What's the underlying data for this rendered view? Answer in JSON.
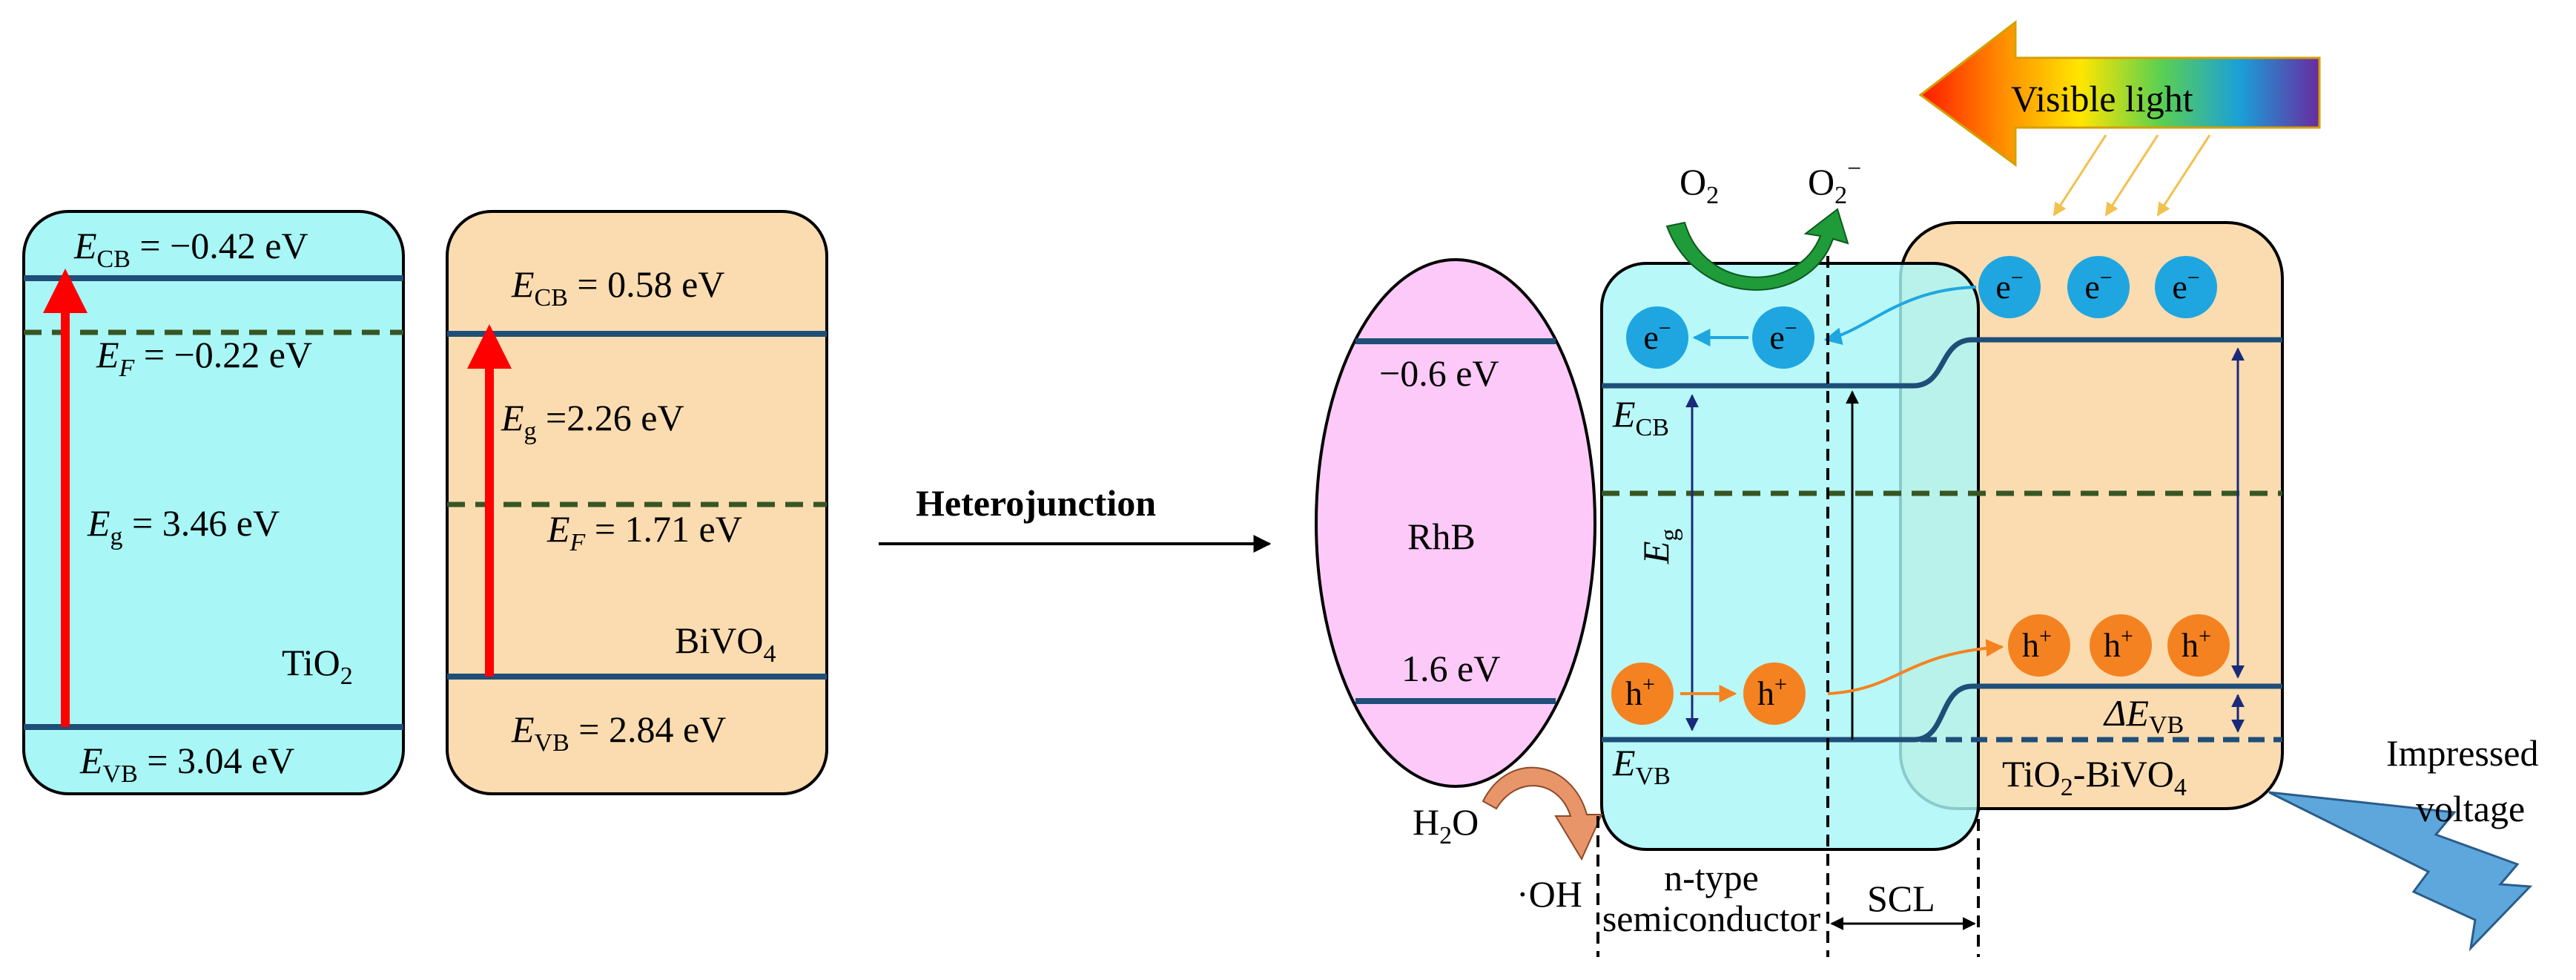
{
  "tio2_panel": {
    "material": {
      "base": "TiO",
      "sub": "2"
    },
    "ecb": {
      "sym": "E",
      "sub": "CB",
      "value": " = −0.42 eV"
    },
    "ef": {
      "sym": "E",
      "sub": "F",
      "value": " = −0.22 eV"
    },
    "eg": {
      "sym": "E",
      "sub": "g",
      "value": " = 3.46 eV"
    },
    "evb": {
      "sym": "E",
      "sub": "VB",
      "value": " = 3.04 eV"
    }
  },
  "bivo4_panel": {
    "material": {
      "base": "BiVO",
      "sub": "4"
    },
    "ecb": {
      "sym": "E",
      "sub": "CB",
      "value": " = 0.58 eV"
    },
    "eg": {
      "sym": "E",
      "sub": "g",
      "value": " =2.26 eV"
    },
    "ef": {
      "sym": "E",
      "sub": "F",
      "value": " = 1.71 eV"
    },
    "evb": {
      "sym": "E",
      "sub": "VB",
      "value": " = 2.84 eV"
    }
  },
  "process_label": "Heterojunction",
  "rhb": {
    "name": "RhB",
    "lumo": "−0.6 eV",
    "homo": "1.6 eV"
  },
  "light_label": "Visible light",
  "species": {
    "o2": {
      "base": "O",
      "sub": "2"
    },
    "superoxide": {
      "base": "O",
      "sub": "2",
      "sup": "−"
    },
    "water": {
      "pre": "H",
      "sub": "2",
      "post": "O"
    },
    "hydroxyl": "·OH"
  },
  "band_labels": {
    "ecb": {
      "sym": "E",
      "sub": "CB"
    },
    "evb": {
      "sym": "E",
      "sub": "VB"
    },
    "eg": {
      "sym": "E",
      "sub": "g"
    },
    "delta_evb": {
      "sym": "ΔE",
      "sub": "VB"
    }
  },
  "particles": {
    "electron": {
      "base": "e",
      "sup": "−"
    },
    "hole": {
      "base": "h",
      "sup": "+"
    }
  },
  "composite": {
    "a": "TiO",
    "a_sub": "2",
    "b": "-BiVO",
    "b_sub": "4"
  },
  "regions": {
    "n_type_line1": "n-type",
    "n_type_line2": "semiconductor",
    "scl": "SCL"
  },
  "voltage": {
    "line1": "Impressed",
    "line2": "voltage"
  },
  "colors": {
    "tio2_fill": "#a8f6f6",
    "bivo4_fill": "#fbdcb0",
    "rhb_fill": "#fcc9f8",
    "band_line": "#1f4e79",
    "fermi_line": "#375623",
    "excitation_arrow": "#ff0000",
    "electron": "#1fa6e0",
    "hole": "#f58220",
    "o2_arrow": "#1f9b3a",
    "h2o_arrow": "#e8956a",
    "voltage_bolt": "#5ea7dc"
  }
}
